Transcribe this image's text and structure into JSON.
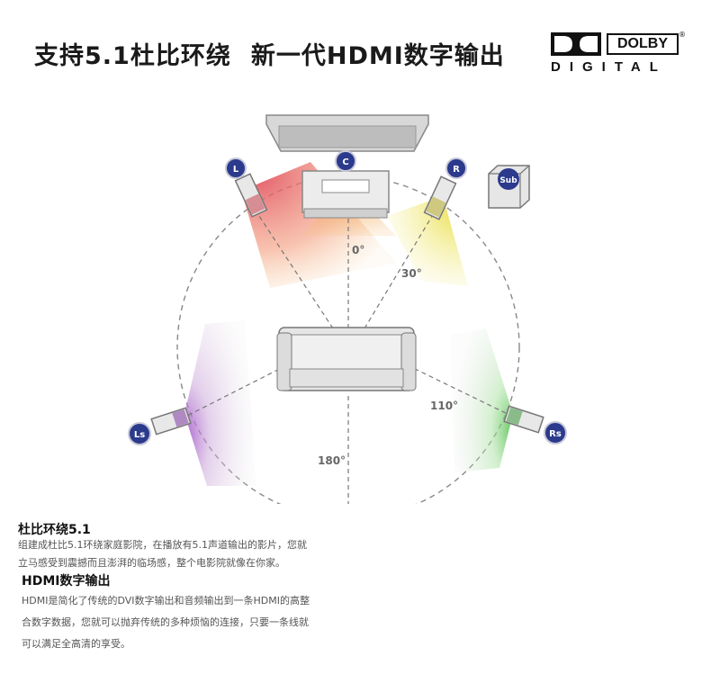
{
  "header": {
    "title_part1": "支持5.1杜比环绕",
    "title_part2": "新一代HDMI数字输出"
  },
  "logo": {
    "word": "DOLBY",
    "registered": "®",
    "sub": "DIGITAL"
  },
  "diagram": {
    "speakers": {
      "left": "L",
      "center": "C",
      "right": "R",
      "surround_left": "Ls",
      "surround_right": "Rs",
      "subwoofer": "Sub"
    },
    "angles": {
      "front": "0°",
      "front_side": "30°",
      "rear_side": "110°",
      "rear": "180°"
    },
    "colors": {
      "speaker_badge": "#2b3a8c",
      "left_beam": "#e8606a",
      "center_beam": "#f2a24a",
      "right_beam": "#eee24a",
      "ls_beam": "#b56ad0",
      "rs_beam": "#6fd06a"
    }
  },
  "section1": {
    "heading": "杜比环绕5.1",
    "line1": "组建成杜比5.1环绕家庭影院，在播放有5.1声道输出的影片，您就",
    "line2": "立马感受到震撼而且澎湃的临场感，整个电影院就像在你家。"
  },
  "section2": {
    "heading": "HDMI数字输出",
    "line1": "HDMI是简化了传统的DVI数字输出和音频输出到一条HDMI的高整",
    "line2": "合数字数据，您就可以抛弃传统的多种烦恼的连接，只要一条线就",
    "line3": "可以满足全高清的享受。"
  }
}
